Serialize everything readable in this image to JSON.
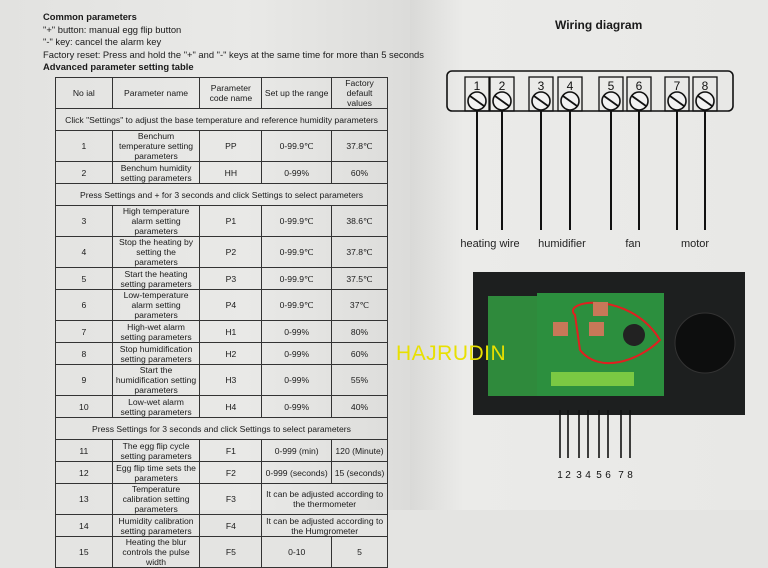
{
  "common": {
    "title": "Common parameters",
    "lines": [
      "\"+\" button: manual egg flip button",
      "\"-\" key: cancel the alarm key",
      "Factory reset: Press and hold the \"+\" and \"-\" keys at the same time for more than 5 seconds"
    ]
  },
  "table": {
    "title": "Advanced parameter setting table",
    "headers": [
      "No ial",
      "Parameter name",
      "Parameter code name",
      "Set up the range",
      "Factory default values"
    ],
    "rows": [
      {
        "section": "Click \"Settings\" to adjust the base temperature and reference humidity parameters"
      },
      {
        "cells": [
          "1",
          "Benchum temperature setting parameters",
          "PP",
          "0-99.9℃",
          "37.8℃"
        ]
      },
      {
        "cells": [
          "2",
          "Benchum humidity setting parameters",
          "HH",
          "0-99%",
          "60%"
        ]
      },
      {
        "section": "Press Settings and + for 3 seconds and click Settings to select parameters"
      },
      {
        "cells": [
          "3",
          "High temperature alarm setting parameters",
          "P1",
          "0-99.9℃",
          "38.6℃"
        ]
      },
      {
        "cells": [
          "4",
          "Stop the heating by setting the parameters",
          "P2",
          "0-99.9℃",
          "37.8℃"
        ]
      },
      {
        "cells": [
          "5",
          "Start the heating setting parameters",
          "P3",
          "0-99.9℃",
          "37.5℃"
        ]
      },
      {
        "cells": [
          "6",
          "Low-temperature alarm setting parameters",
          "P4",
          "0-99.9℃",
          "37℃"
        ]
      },
      {
        "cells": [
          "7",
          "High-wet alarm setting parameters",
          "H1",
          "0-99%",
          "80%"
        ]
      },
      {
        "cells": [
          "8",
          "Stop humidification setting parameters",
          "H2",
          "0-99%",
          "60%"
        ]
      },
      {
        "cells": [
          "9",
          "Start the humidification setting parameters",
          "H3",
          "0-99%",
          "55%"
        ]
      },
      {
        "cells": [
          "10",
          "Low-wet alarm setting parameters",
          "H4",
          "0-99%",
          "40%"
        ]
      },
      {
        "section": "Press Settings for 3 seconds and click Settings to select parameters"
      },
      {
        "cells": [
          "11",
          "The egg flip cycle setting parameters",
          "F1",
          "0-999 (min)",
          "120 (Minute)"
        ]
      },
      {
        "cells": [
          "12",
          "Egg flip time sets the parameters",
          "F2",
          "0-999 (seconds)",
          "15 (seconds)"
        ]
      },
      {
        "cells": [
          "13",
          "Temperature calibration setting parameters",
          "F3",
          "It can be adjusted according to the thermometer"
        ]
      },
      {
        "cells": [
          "14",
          "Humidity calibration setting parameters",
          "F4",
          "It can be adjusted according to the Humgrometer"
        ]
      },
      {
        "cells": [
          "15",
          "Heating the blur controls the pulse width",
          "F5",
          "0-10",
          "5"
        ]
      }
    ]
  },
  "wiring": {
    "title": "Wiring diagram",
    "terminals": [
      "1",
      "2",
      "3",
      "4",
      "5",
      "6",
      "7",
      "8"
    ],
    "labels": [
      "heating wire",
      "humidifier",
      "fan",
      "motor"
    ],
    "board_numbers": [
      "1",
      "2",
      "3",
      "4",
      "5",
      "6",
      "7",
      "8"
    ]
  },
  "watermark": "HAJRUDIN"
}
